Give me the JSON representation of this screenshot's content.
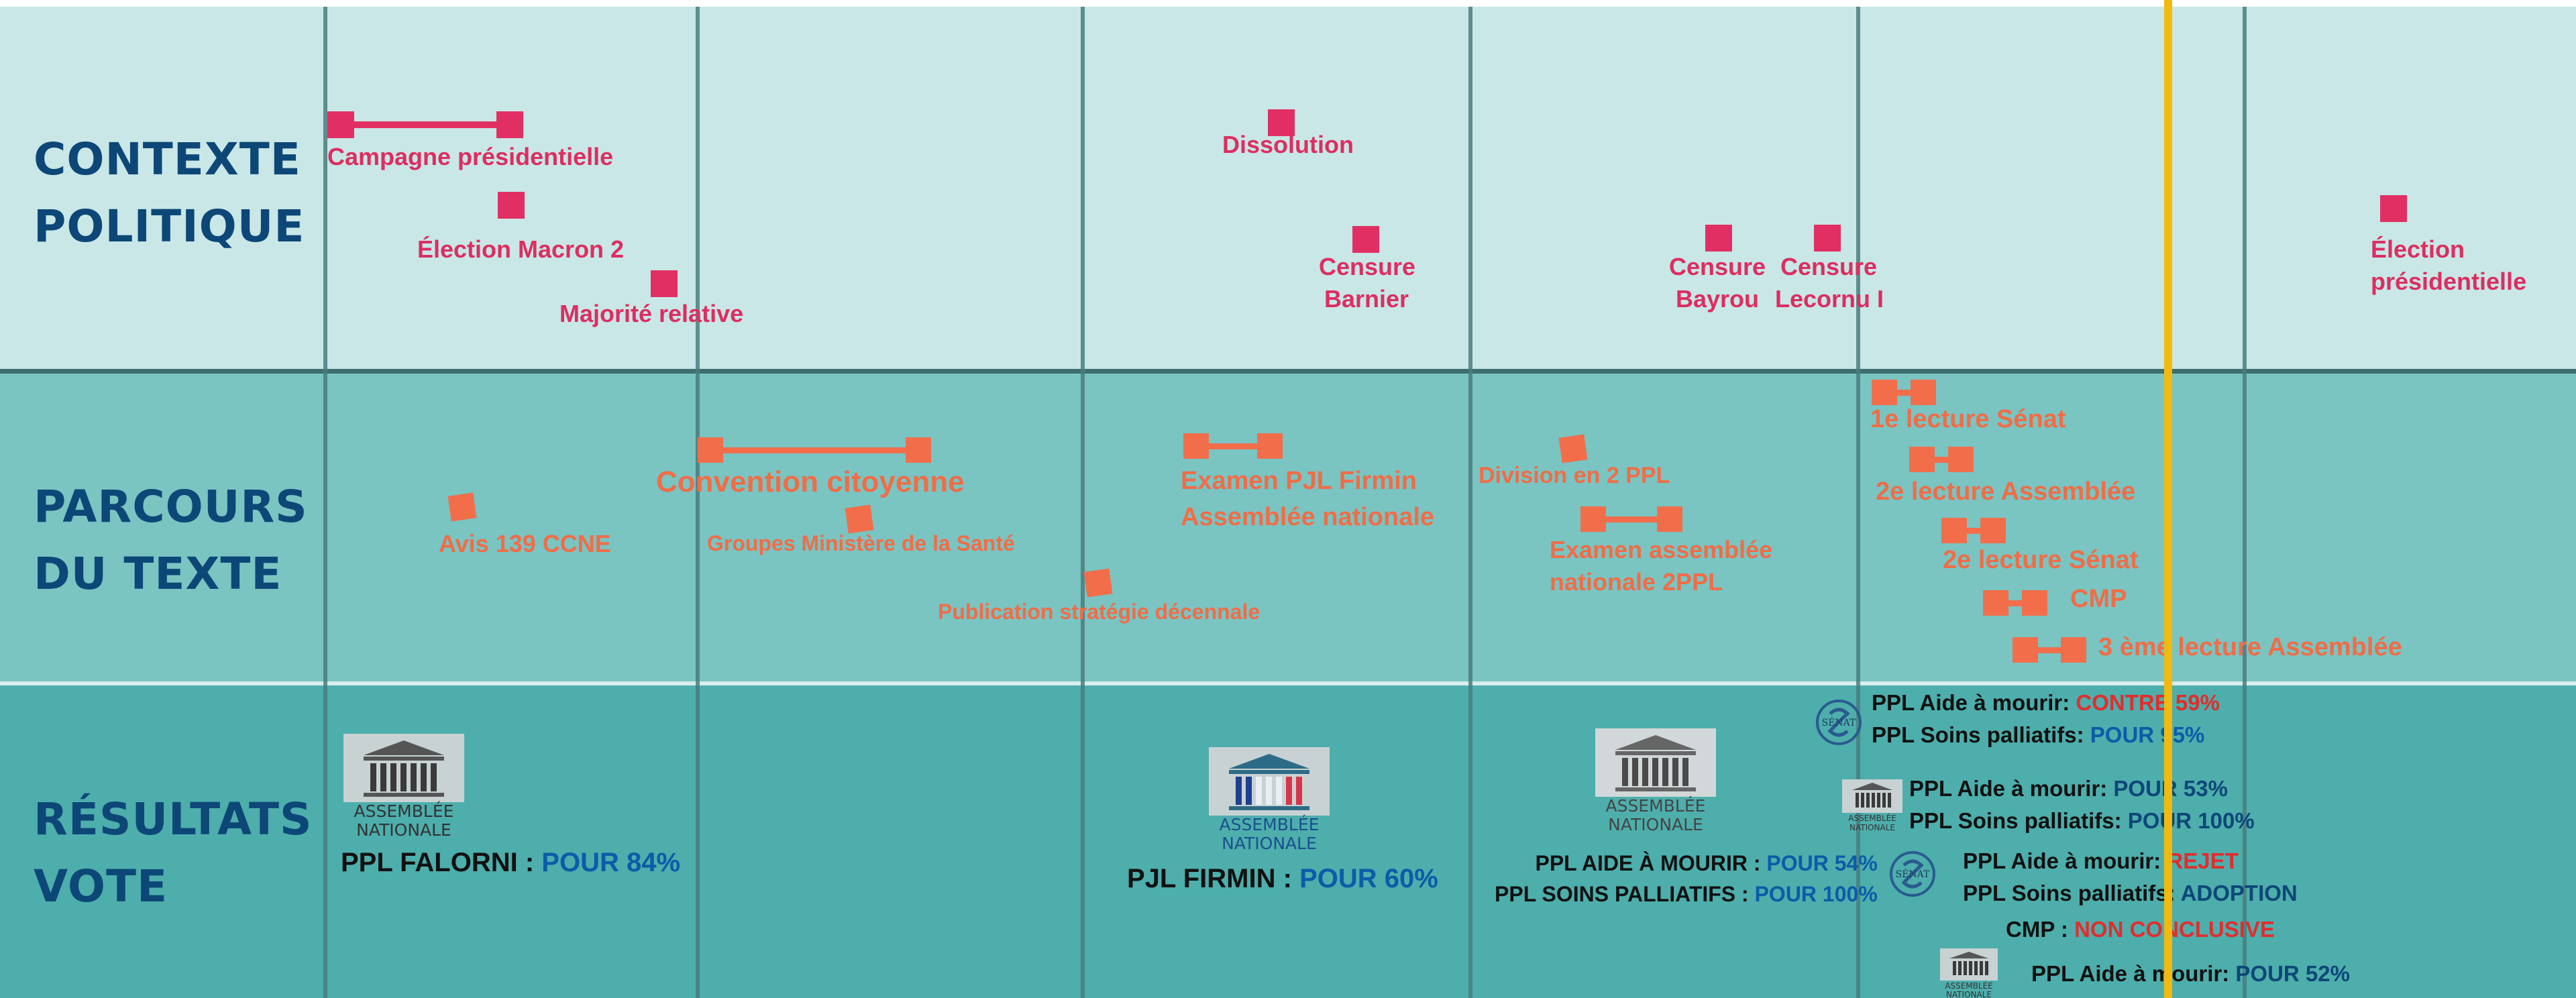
{
  "rows": {
    "contexte": [
      "CONTEXTE",
      "POLITIQUE"
    ],
    "parcours": [
      "PARCOURS",
      "DU TEXTE"
    ],
    "resultats": [
      "RÉSULTATS",
      "VOTE"
    ]
  },
  "contexte_events": {
    "campagne": "Campagne présidentielle",
    "election_macron": "Élection Macron 2",
    "majorite": "Majorité relative",
    "dissolution": "Dissolution",
    "censure_barnier": [
      "Censure",
      "Barnier"
    ],
    "censure_bayrou": [
      "Censure",
      "Bayrou"
    ],
    "censure_lecornu": [
      "Censure",
      "Lecornu I"
    ],
    "election_presidentielle": [
      "Élection",
      "présidentielle"
    ]
  },
  "parcours_events": {
    "avis": "Avis 139 CCNE",
    "convention": "Convention citoyenne",
    "groupes": "Groupes Ministère de la Santé",
    "publication": "Publication stratégie décennale",
    "examen_firmin": [
      "Examen PJL Firmin",
      "Assemblée nationale"
    ],
    "division": "Division en 2 PPL",
    "examen_2ppl": [
      "Examen assemblée",
      "nationale 2PPL"
    ],
    "lecture1_senat": "1e lecture  Sénat",
    "lecture2_assemblee": "2e lecture  Assemblée",
    "lecture2_senat": "2e lecture  Sénat",
    "cmp": "CMP",
    "lecture3_assemblee": "3 ème lecture Assemblée"
  },
  "logos": {
    "assemblee": [
      "ASSEMBLÉE",
      "NATIONALE"
    ],
    "senat": "SÉNAT"
  },
  "resultats": {
    "falorni": {
      "label": "PPL FALORNI : ",
      "value": "POUR 84%"
    },
    "firmin": {
      "label": "PJL FIRMIN : ",
      "value": "POUR 60%"
    },
    "an_2025": [
      {
        "label": "PPL AIDE À MOURIR : ",
        "value": "POUR 54%"
      },
      {
        "label": "PPL SOINS PALLIATIFS : ",
        "value": "POUR 100%"
      }
    ],
    "senat_1": [
      {
        "label": "PPL Aide à mourir: ",
        "value": "CONTRE 59%"
      },
      {
        "label": "PPL Soins palliatifs: ",
        "value": "POUR 95%"
      }
    ],
    "an_2": [
      {
        "label": "PPL Aide à mourir: ",
        "value": "POUR 53%"
      },
      {
        "label": "PPL Soins palliatifs: ",
        "value": "POUR 100%"
      }
    ],
    "senat_2": [
      {
        "label": "PPL Aide à mourir: ",
        "value": "REJET"
      },
      {
        "label": "PPL Soins palliatifs: ",
        "value": "ADOPTION"
      }
    ],
    "cmp": {
      "label": "CMP : ",
      "value": "NON CONCLUSIVE"
    },
    "an_3": {
      "label": "PPL Aide à mourir:  ",
      "value": "POUR 52%"
    }
  },
  "colors": {
    "contexte_bg": "#c9e7e6",
    "parcours_bg": "#7ac4c2",
    "resultats_bg": "#4daeac",
    "politique": "#dc2e61",
    "parcours": "#f06d47",
    "title": "#0d4777",
    "pour": "#0b5ca8",
    "contre": "#e12d2d",
    "marker": "#f2b90f"
  }
}
